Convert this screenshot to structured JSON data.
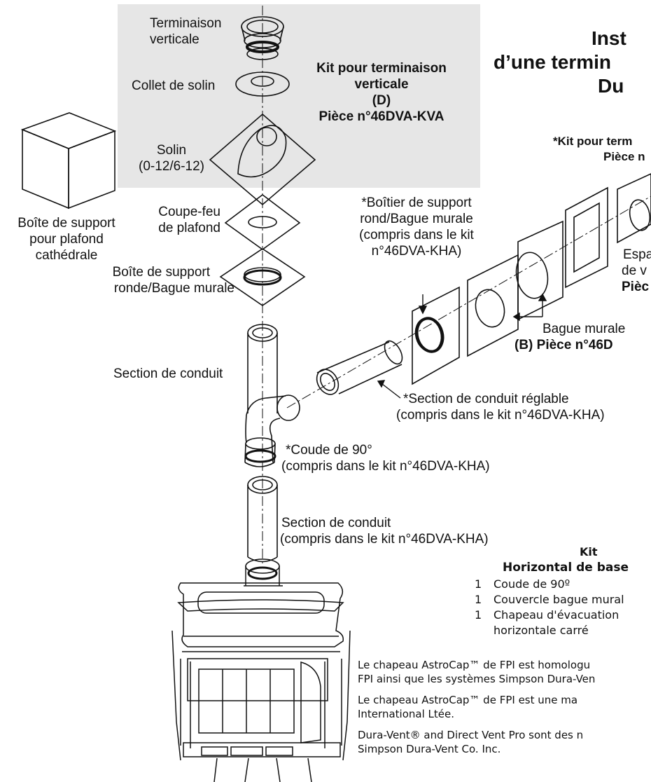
{
  "title": {
    "line1": "Inst",
    "line2": "d’une termin",
    "line3": "Du"
  },
  "vertical_kit": {
    "name_line1": "Kit pour terminaison",
    "name_line2": "verticale",
    "name_line3": "(D)",
    "part": "Pièce n°46DVA-KVA"
  },
  "horizontal_kit_header": {
    "line1": "*Kit pour term",
    "line2": "Pièce n"
  },
  "labels": {
    "vertical_termination": [
      "Terminaison",
      "verticale"
    ],
    "flashing_collar": "Collet de solin",
    "flashing": [
      "Solin",
      "(0-12/6-12)"
    ],
    "ceiling_firestop": [
      "Coupe-feu",
      "de plafond"
    ],
    "round_support_box": [
      "Boîte de support",
      "ronde/Bague murale"
    ],
    "cathedral_support_box": [
      "Boîte de support",
      "pour plafond",
      "cathédrale"
    ],
    "pipe_section": "Section de conduit",
    "round_support_housing": [
      "*Boîtier de support",
      "rond/Bague murale",
      "(compris dans le kit",
      "n°46DVA-KHA)"
    ],
    "adjustable_pipe": [
      "*Section de conduit réglable",
      "(compris dans le kit n°46DVA-KHA)"
    ],
    "elbow_90": [
      "*Coude de 90°",
      "(compris dans le kit n°46DVA-KHA)"
    ],
    "pipe_section_kit": [
      "Section de conduit",
      "(compris dans le kit n°46DVA-KHA)"
    ],
    "spacer": [
      "Espa",
      "de v",
      "Pièc"
    ],
    "wall_ring": [
      "Bague murale",
      "(B) Pièce n°46D"
    ]
  },
  "base_kit": {
    "title_line1": "Kit",
    "title_line2": "Horizontal de base",
    "items": [
      {
        "qty": "1",
        "name": "Coude de 90º"
      },
      {
        "qty": "1",
        "name": "Couvercle bague mural"
      },
      {
        "qty": "1",
        "name": "Chapeau d'évacuation",
        "name2": "horizontale carré"
      }
    ]
  },
  "notes": [
    {
      "line1": "Le chapeau AstroCap™ de FPI est homologu",
      "line2": "FPI ainsi que les systèmes Simpson Dura-Ven"
    },
    {
      "line1": "Le chapeau AstroCap™ de FPI  est une ma",
      "line2": "International Ltée."
    },
    {
      "line1": "Dura-Vent® and Direct Vent Pro sont des n",
      "line2": "Simpson Dura-Vent Co. Inc."
    }
  ]
}
